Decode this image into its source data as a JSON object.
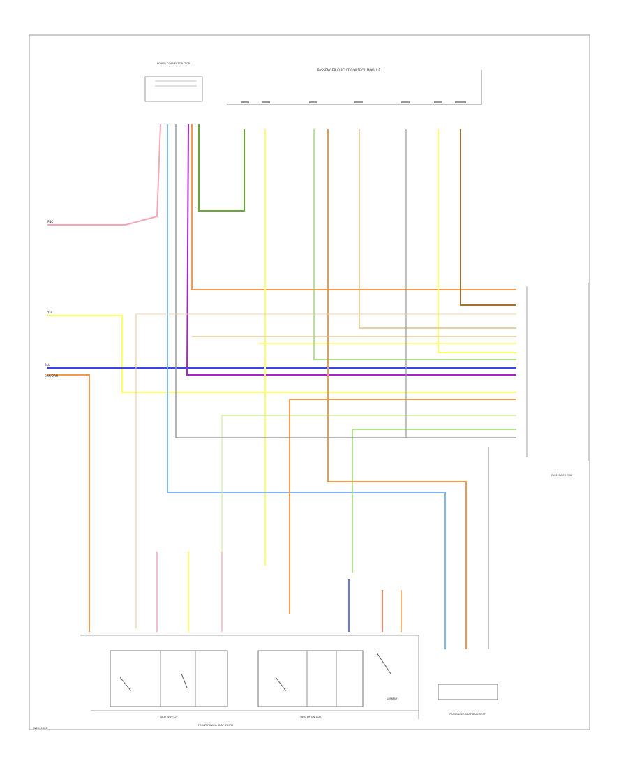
{
  "title": "",
  "footer_code": "W0000000",
  "colors": {
    "pink": "#f4a6b4",
    "yellow": "#ffff66",
    "blue": "#3344ee",
    "purple": "#aa22cc",
    "orange": "#f29a4a",
    "green": "#99dd66",
    "light_green": "#ccee99",
    "dark_green": "#66aa33",
    "gray": "#9a9a9a",
    "tan": "#e0c080",
    "light_blue": "#7fb6f2",
    "beige": "#f2d3a8",
    "peach": "#f5c28a"
  },
  "components": {
    "top_connector": "LOWER CONNECTOR (TOP)",
    "module": "PASSENGER CIRCUIT CONTROL MODULE",
    "right_module": "PASSENGER CCM",
    "switch_group_1": "SEAT SWITCH",
    "switch_group_2": "HEATER SWITCH",
    "left_bottom": "FRONT POWER SEAT SWITCH",
    "right_bottom": "PASSENGER SEAT BACKREST",
    "middle_switch": "LUMBAR"
  },
  "wire_labels": {
    "pink": "PNK",
    "yellow": "YEL",
    "blue": "BLU",
    "orange": "BRN/ORN"
  }
}
